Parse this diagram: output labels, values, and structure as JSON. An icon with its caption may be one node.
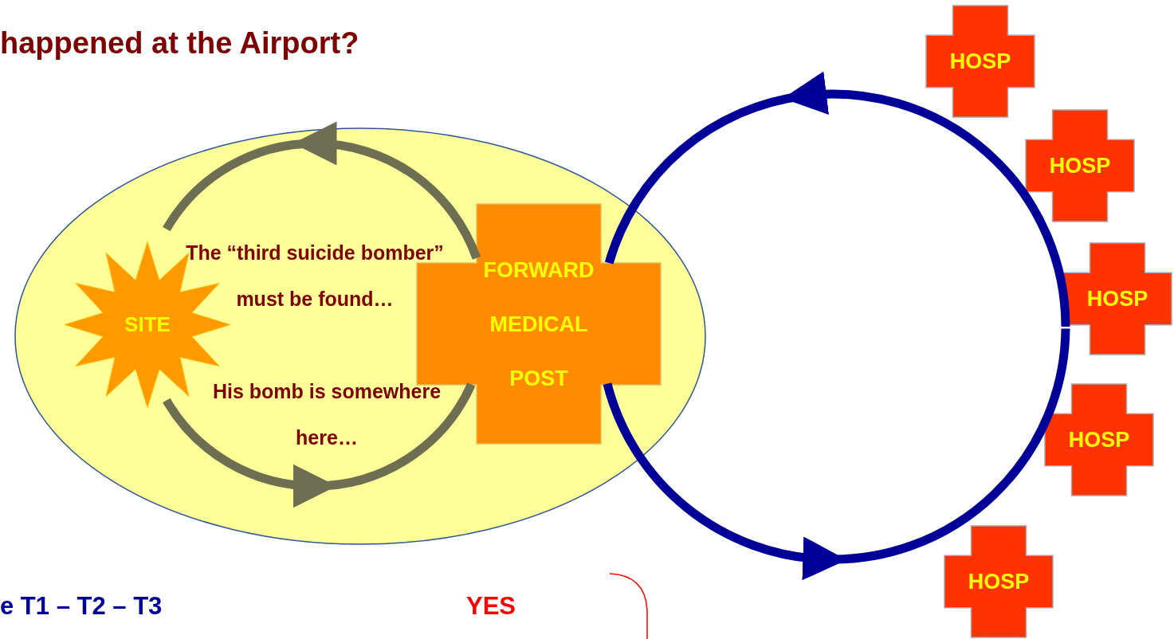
{
  "diagram": {
    "title": "happened at the Airport?",
    "nodes": [
      {
        "text": [],
        "shape": "ellipse"
      },
      {
        "text": [
          "SITE"
        ],
        "in": 0
      },
      {
        "text": [
          "FORWARD MEDICAL POST"
        ],
        "in": 0
      },
      {
        "text": [
          "HOSP"
        ]
      },
      {
        "text": [
          "HOSP"
        ]
      },
      {
        "text": [
          "HOSP"
        ]
      },
      {
        "text": [
          "HOSP"
        ]
      },
      {
        "text": [
          "HOSP"
        ]
      }
    ],
    "labels": [
      "The “third suicide bomber” must be found…",
      "His bomb is somewhere here…",
      "e T1 – T2 – T3",
      "YES"
    ]
  }
}
